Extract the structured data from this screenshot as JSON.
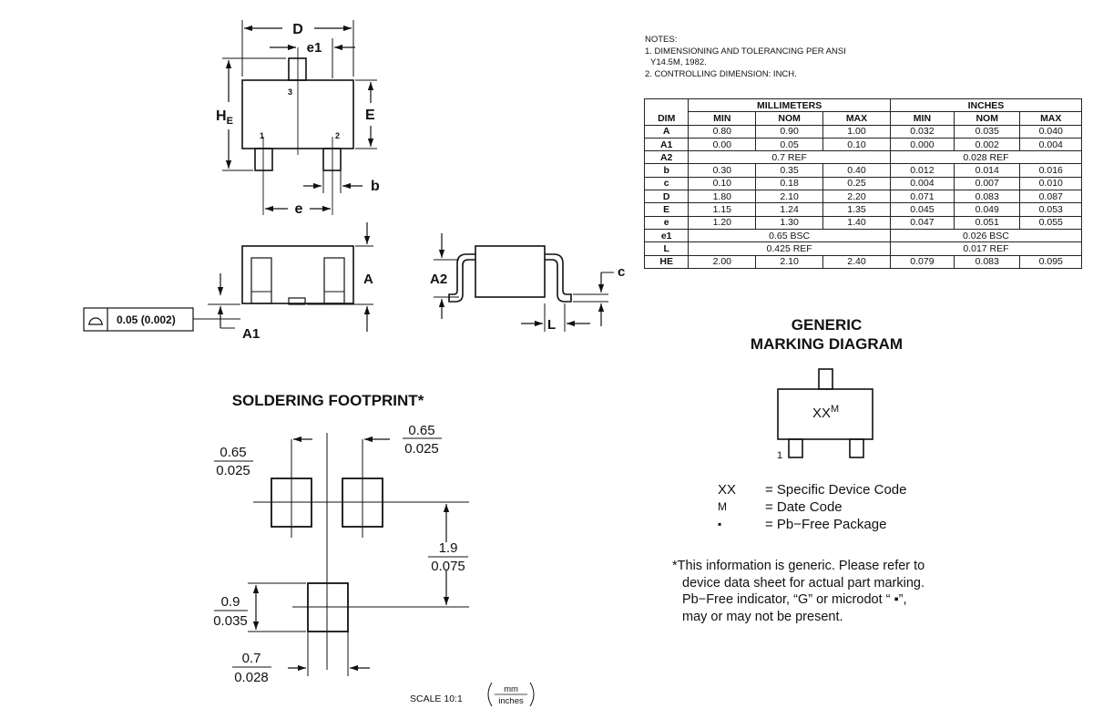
{
  "package_drawing": {
    "labels": {
      "D": "D",
      "e1": "e1",
      "HE": "H",
      "HE_sub": "E",
      "E": "E",
      "b": "b",
      "e": "e",
      "pin1": "1",
      "pin2": "2",
      "pin3": "3",
      "A": "A",
      "A1": "A1",
      "A2": "A2",
      "c": "c",
      "L": "L"
    },
    "flatness": "0.05 (0.002)"
  },
  "notes": {
    "heading": "NOTES:",
    "items": [
      "1.  DIMENSIONING AND TOLERANCING PER ANSI",
      "     Y14.5M, 1982.",
      "2.  CONTROLLING DIMENSION: INCH."
    ]
  },
  "dimensions_table": {
    "group_mm": "MILLIMETERS",
    "group_in": "INCHES",
    "columns": [
      "DIM",
      "MIN",
      "NOM",
      "MAX",
      "MIN",
      "NOM",
      "MAX"
    ],
    "rows": [
      [
        "A",
        "0.80",
        "0.90",
        "1.00",
        "0.032",
        "0.035",
        "0.040"
      ],
      [
        "A1",
        "0.00",
        "0.05",
        "0.10",
        "0.000",
        "0.002",
        "0.004"
      ],
      [
        "A2",
        "0.7 REF",
        "0.028 REF"
      ],
      [
        "b",
        "0.30",
        "0.35",
        "0.40",
        "0.012",
        "0.014",
        "0.016"
      ],
      [
        "c",
        "0.10",
        "0.18",
        "0.25",
        "0.004",
        "0.007",
        "0.010"
      ],
      [
        "D",
        "1.80",
        "2.10",
        "2.20",
        "0.071",
        "0.083",
        "0.087"
      ],
      [
        "E",
        "1.15",
        "1.24",
        "1.35",
        "0.045",
        "0.049",
        "0.053"
      ],
      [
        "e",
        "1.20",
        "1.30",
        "1.40",
        "0.047",
        "0.051",
        "0.055"
      ],
      [
        "e1",
        "0.65 BSC",
        "0.026 BSC"
      ],
      [
        "L",
        "0.425 REF",
        "0.017 REF"
      ],
      [
        "HE",
        "2.00",
        "2.10",
        "2.40",
        "0.079",
        "0.083",
        "0.095"
      ]
    ]
  },
  "soldering_footprint": {
    "title": "SOLDERING FOOTPRINT*",
    "dims": [
      {
        "mm": "0.65",
        "inch": "0.025"
      },
      {
        "mm": "0.65",
        "inch": "0.025"
      },
      {
        "mm": "1.9",
        "inch": "0.075"
      },
      {
        "mm": "0.9",
        "inch": "0.035"
      },
      {
        "mm": "0.7",
        "inch": "0.028"
      }
    ],
    "scale": "SCALE 10:1",
    "scale_units": {
      "top": "mm",
      "bottom": "inches"
    }
  },
  "marking_diagram": {
    "title_line1": "GENERIC",
    "title_line2": "MARKING DIAGRAM",
    "code": "XX",
    "code_sup": "M",
    "pin1": "1",
    "legend": [
      {
        "symbol": "XX",
        "desc": "= Specific Device Code"
      },
      {
        "symbol": "M",
        "desc": "= Date Code"
      },
      {
        "symbol": "▪",
        "desc": "= Pb−Free Package"
      }
    ],
    "footnote": [
      "*This information is generic. Please refer to",
      "device data sheet for actual part marking.",
      "Pb−Free indicator, “G” or microdot “ ▪”,",
      "may or may not be present."
    ]
  }
}
